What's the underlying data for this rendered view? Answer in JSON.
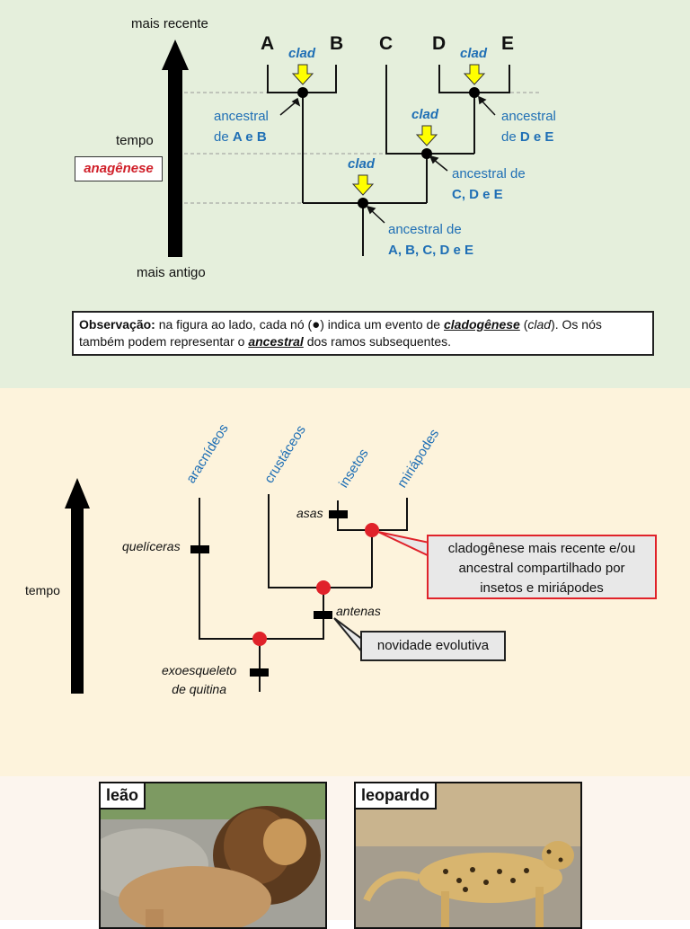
{
  "panel1": {
    "arrow_top_label": "mais recente",
    "arrow_bottom_label": "mais antigo",
    "tempo_label": "tempo",
    "anagenese_label": "anagênese",
    "taxa": [
      "A",
      "B",
      "C",
      "D",
      "E"
    ],
    "clad_label": "clad",
    "ancestral_ab": {
      "line1": "ancestral",
      "line2_prefix": "de ",
      "line2_bold": "A e B"
    },
    "ancestral_de": {
      "line1": "ancestral",
      "line2_prefix": "de ",
      "line2_bold": "D e E"
    },
    "ancestral_cde": {
      "line1": "ancestral de",
      "line2_bold": "C, D e E"
    },
    "ancestral_abcde": {
      "line1": "ancestral de",
      "line2_bold": "A, B, C, D e E"
    },
    "observation": {
      "label": "Observação:",
      "text1": " na figura ao lado, cada nó (",
      "text2": ") indica um evento de ",
      "cladogenese": "cladogênese",
      "text3": " (",
      "clad": "clad",
      "text4": "). Os nós também podem representar o ",
      "ancestral": "ancestral",
      "text5": " dos ramos subsequentes."
    }
  },
  "panel2": {
    "tempo_label": "tempo",
    "taxa": [
      "aracnídeos",
      "crustáceos",
      "insetos",
      "miriápodes"
    ],
    "traits": {
      "queliceras": "quelíceras",
      "asas": "asas",
      "antenas": "antenas",
      "exo_line1": "exoesqueleto",
      "exo_line2": "de quitina"
    },
    "callout_clado": [
      "cladogênese mais recente e/ou",
      "ancestral compartilhado por",
      "insetos e miriápodes"
    ],
    "callout_novidade": "novidade evolutiva"
  },
  "panel3": {
    "photo_left_label": "leão",
    "photo_right_label": "leopardo"
  },
  "colors": {
    "blue_text": "#1f6fb5",
    "clade_arrow": "#ffff00",
    "red_node": "#e0222a",
    "panel1_bg": "#e5efdc",
    "panel2_bg": "#fdf3dc"
  }
}
